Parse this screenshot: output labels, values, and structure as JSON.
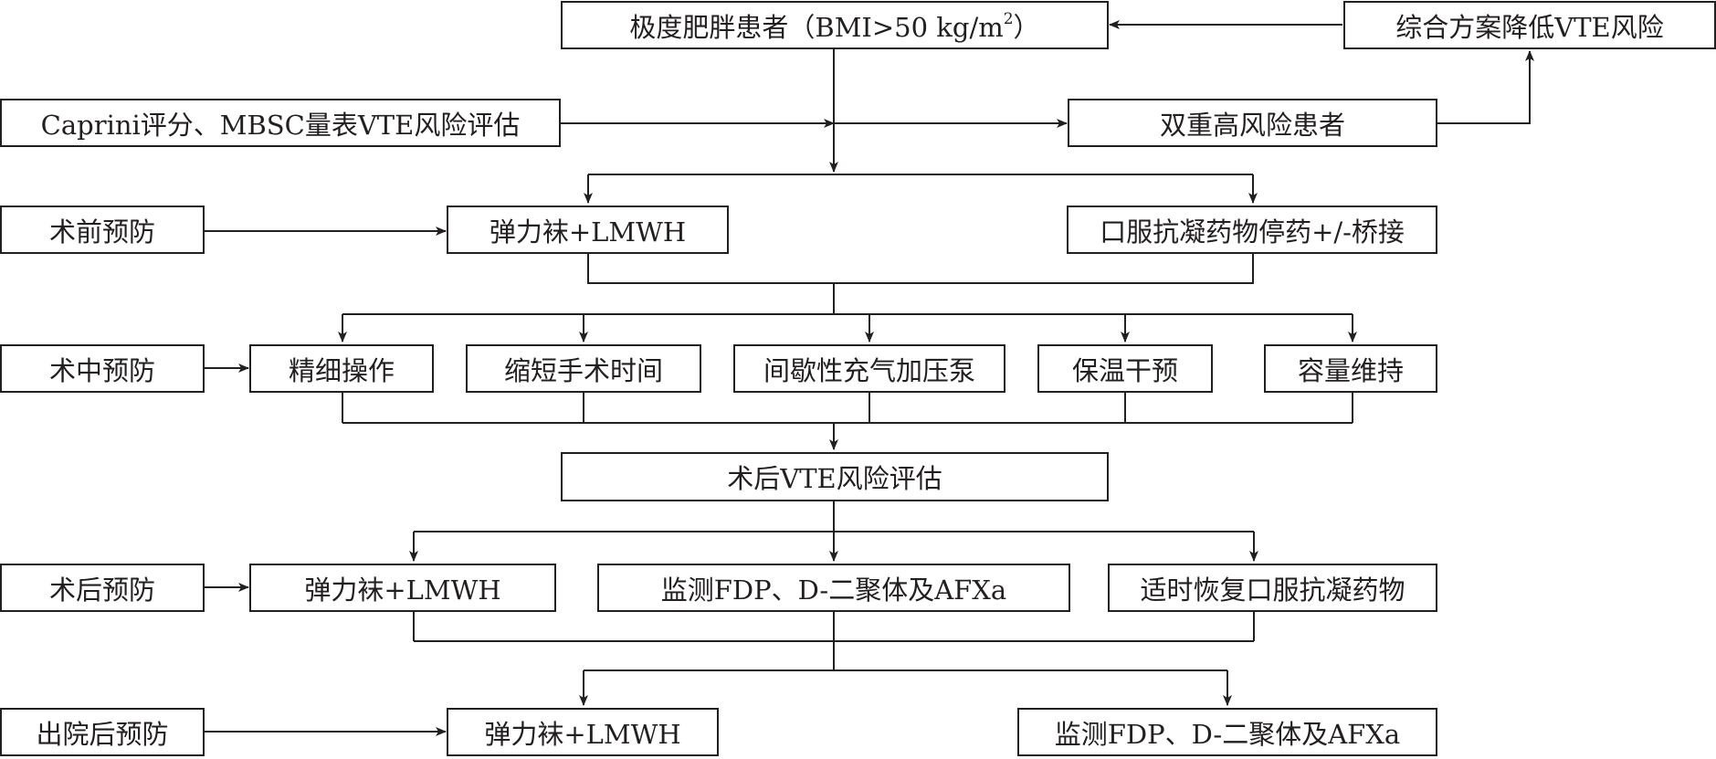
{
  "top": {
    "patient": {
      "before": "极度肥胖患者（BMI>50 kg/m",
      "sup": "2",
      "after": "）"
    },
    "reduce_risk": "综合方案降低VTE风险",
    "risk_assessment": "Caprini评分、MBSC量表VTE风险评估",
    "double_high_risk": "双重高风险患者"
  },
  "preop": {
    "label": "术前预防",
    "stockings": "弹力袜+LMWH",
    "anticoag_stop": "口服抗凝药物停药+/-桥接"
  },
  "intraop": {
    "label": "术中预防",
    "items": [
      "精细操作",
      "缩短手术时间",
      "间歇性充气加压泵",
      "保温干预",
      "容量维持"
    ]
  },
  "postop_assessment": "术后VTE风险评估",
  "postop": {
    "label": "术后预防",
    "stockings": "弹力袜+LMWH",
    "monitor": "监测FDP、D-二聚体及AFXa",
    "resume": "适时恢复口服抗凝药物"
  },
  "discharge": {
    "label": "出院后预防",
    "stockings": "弹力袜+LMWH",
    "monitor": "监测FDP、D-二聚体及AFXa"
  },
  "colors": {
    "line": "#231f20",
    "background": "#ffffff"
  }
}
